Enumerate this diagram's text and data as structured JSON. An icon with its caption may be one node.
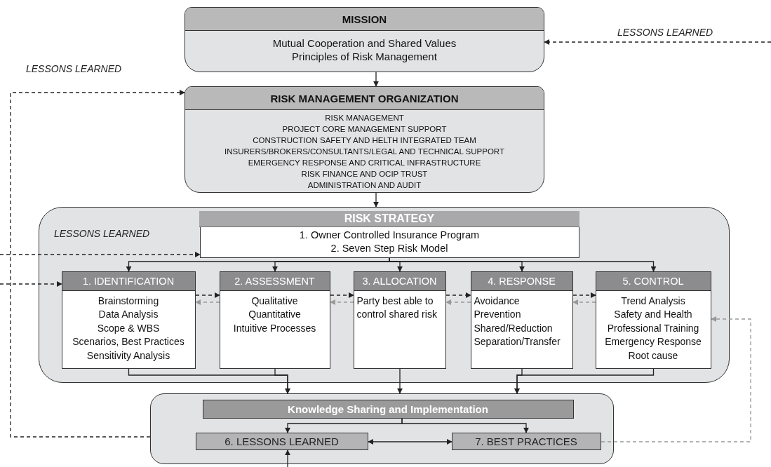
{
  "diagram": {
    "nodes": [
      {
        "text": [
          "MISSION",
          "Mutual Cooperation and Shared Values",
          "Principles of Risk Management"
        ]
      },
      {
        "text": [
          "RISK MANAGEMENT ORGANIZATION",
          "RISK MANAGEMENT",
          "PROJECT CORE MANAGEMENT SUPPORT",
          "CONSTRUCTION SAFETY AND HELTH INTEGRATED TEAM",
          "INSURERS/BROKERS/CONSULTANTS/LEGAL AND TECHNICAL SUPPORT",
          "EMERGENCY RESPONSE AND CRITICAL INFRASTRUCTURE",
          "RISK FINANCE AND OCIP TRUST",
          "ADMINISTRATION AND AUDIT"
        ]
      },
      {
        "text": [],
        "shape": "box"
      },
      {
        "text": [
          "RISK STRATEGY",
          "1. Owner Controlled Insurance Program",
          "2. Seven Step Risk Model"
        ],
        "in": 2
      },
      {
        "text": [
          "1. IDENTIFICATION",
          "Brainstorming",
          "Data Analysis",
          "Scope & WBS",
          "Scenarios, Best Practices",
          "Sensitivity Analysis"
        ],
        "in": 2
      },
      {
        "text": [
          "2. ASSESSMENT",
          "Qualitative",
          "Quantitative",
          "Intuitive Processes"
        ],
        "in": 2
      },
      {
        "text": [
          "3. ALLOCATION",
          "Party best able to control shared risk"
        ],
        "in": 2
      },
      {
        "text": [
          "4. RESPONSE",
          "Avoidance",
          "Prevention",
          "Shared/Reduction",
          "Separation/Transfer"
        ],
        "in": 2
      },
      {
        "text": [
          "5. CONTROL",
          "Trend Analysis",
          "Safety and Health",
          "Professional Training",
          "Emergency Response",
          "Root cause"
        ],
        "in": 2
      },
      {
        "text": [],
        "shape": "box"
      },
      {
        "text": [
          "Knowledge Sharing and Implementation"
        ],
        "in": 9
      },
      {
        "text": [
          "6. LESSONS LEARNED"
        ],
        "in": 9
      },
      {
        "text": [
          "7. BEST PRACTICES"
        ],
        "in": 9
      }
    ],
    "edges": [
      {
        "from": null,
        "to": 0,
        "arrow": "to",
        "style": "dashed",
        "label": "LESSONS LEARNED"
      },
      {
        "from": 0,
        "to": 1,
        "arrow": "to"
      },
      {
        "from": 9,
        "to": 1,
        "arrow": "to",
        "style": "dashed",
        "label": "LESSONS LEARNED"
      },
      {
        "from": 1,
        "to": 2,
        "arrow": "to"
      },
      {
        "from": null,
        "to": 3,
        "arrow": "to",
        "style": "dashed",
        "label": "LESSONS LEARNED"
      },
      {
        "from": null,
        "to": 4,
        "arrow": "to",
        "style": "dashed"
      },
      {
        "from": 3,
        "to": 4,
        "arrow": "to"
      },
      {
        "from": 3,
        "to": 5,
        "arrow": "to"
      },
      {
        "from": 3,
        "to": 6,
        "arrow": "to"
      },
      {
        "from": 3,
        "to": 7,
        "arrow": "to"
      },
      {
        "from": 3,
        "to": 8,
        "arrow": "to"
      },
      {
        "from": 4,
        "to": 5,
        "arrow": "to",
        "style": "dashed"
      },
      {
        "from": 5,
        "to": 6,
        "arrow": "to",
        "style": "dashed"
      },
      {
        "from": 6,
        "to": 7,
        "arrow": "to",
        "style": "dashed"
      },
      {
        "from": 7,
        "to": 8,
        "arrow": "to",
        "style": "dashed"
      },
      {
        "from": 5,
        "to": 4,
        "arrow": "to",
        "style": "dashed",
        "color": "#999999"
      },
      {
        "from": 6,
        "to": 5,
        "arrow": "to",
        "style": "dashed",
        "color": "#999999"
      },
      {
        "from": 7,
        "to": 6,
        "arrow": "to",
        "style": "dashed",
        "color": "#999999"
      },
      {
        "from": 8,
        "to": 7,
        "arrow": "to",
        "style": "dashed",
        "color": "#999999"
      },
      {
        "from": 4,
        "to": 9,
        "arrow": "to"
      },
      {
        "from": 5,
        "to": 9,
        "arrow": "to"
      },
      {
        "from": 6,
        "to": 9,
        "arrow": "to"
      },
      {
        "from": 7,
        "to": 9,
        "arrow": "to"
      },
      {
        "from": 8,
        "to": 9,
        "arrow": "to"
      },
      {
        "from": 10,
        "to": 11,
        "arrow": "to"
      },
      {
        "from": 10,
        "to": 12,
        "arrow": "to"
      },
      {
        "from": 11,
        "to": 12,
        "arrow": "both"
      },
      {
        "from": null,
        "to": 11,
        "arrow": "to"
      },
      {
        "from": 12,
        "to": 8,
        "arrow": "to",
        "style": "dashed",
        "color": "#999999"
      }
    ]
  }
}
